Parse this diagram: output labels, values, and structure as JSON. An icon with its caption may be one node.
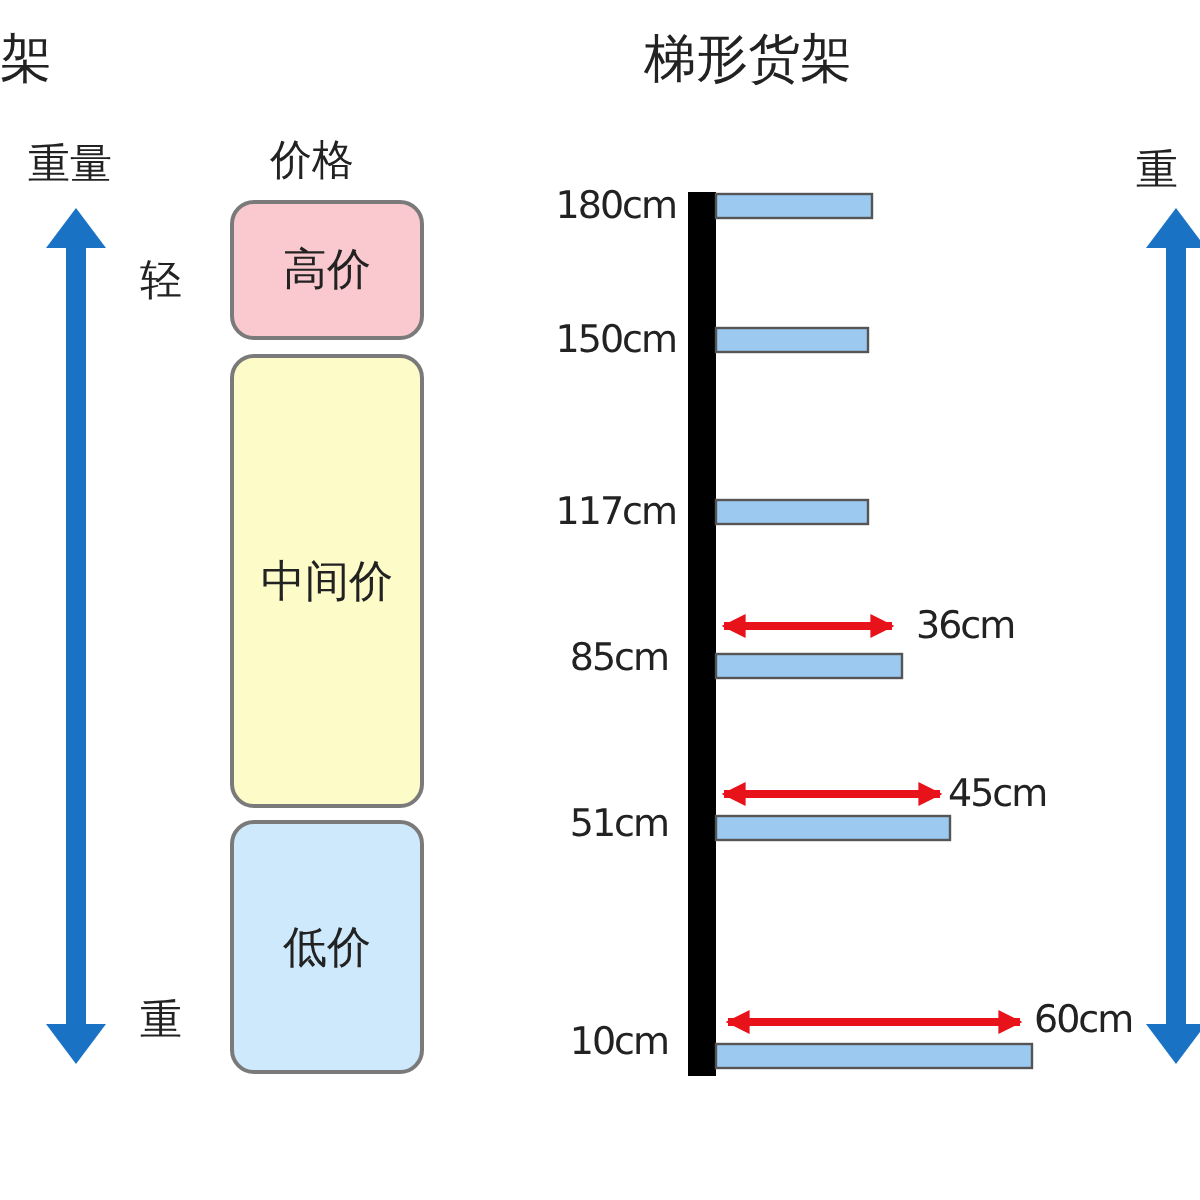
{
  "diagram": {
    "title": "梯形货架",
    "nodes": [
      {
        "text": [
          "高价"
        ]
      },
      {
        "text": [
          "中间价"
        ]
      },
      {
        "text": [
          "低价"
        ]
      }
    ],
    "labels": [
      "架",
      "重量",
      "价格",
      "轻",
      "重",
      "重",
      "180cm",
      "150cm",
      "117cm",
      "36cm",
      "85cm",
      "45cm",
      "51cm",
      "60cm",
      "10cm"
    ]
  }
}
